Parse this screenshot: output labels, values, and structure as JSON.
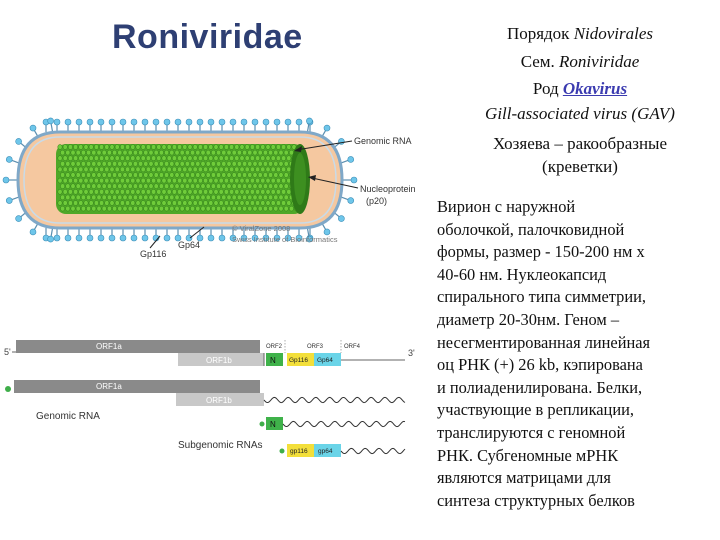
{
  "title": "Roniviridae",
  "taxonomy": {
    "order_label": "Порядок",
    "order_name": "Nidovirales",
    "family_label": "Сем.",
    "family_name": "Roniviridae",
    "genus_label": "Род",
    "genus_name": "Okavirus",
    "virus_name": "Gill-associated virus (GAV)",
    "hosts_line1": "Хозяева – ракообразные",
    "hosts_line2": "(креветки)"
  },
  "description_lines": [
    "Вирион с наружной",
    "оболочкой, палочковидной",
    "формы, размер - 150-200 нм х",
    "40-60 нм. Нуклеокапсид",
    "спирального типа симметрии,",
    "диаметр 20-30нм. Геном –",
    "несегментированная линейная",
    "оц РНК (+) 26 kb, кэпирована",
    "и полиаденилирована. Белки,",
    "участвующие в репликации,",
    "транслируются с геномной",
    "РНК. Субгеномные мРНК",
    "являются матрицами для",
    "синтеза структурных белков"
  ],
  "virion_labels": {
    "genomic_rna": "Genomic RNA",
    "nucleoprotein_line1": "Nucleoprotein",
    "nucleoprotein_line2": "(p20)",
    "gp116": "Gp116",
    "gp64": "Gp64",
    "copyright_line1": "© ViralZone 2008",
    "copyright_line2": "Swiss Institute of Bioinformatics"
  },
  "genome_map": {
    "five_prime": "5'",
    "three_prime": "3'",
    "orf1a": "ORF1a",
    "orf1b": "ORF1b",
    "orf2": "ORF2",
    "orf3": "ORF3",
    "orf4": "ORF4",
    "n": "N",
    "gp116": "Gp116",
    "gp64": "Gp64",
    "gp116_lower": "gp116",
    "gp64_lower": "gp64",
    "genomic_rna": "Genomic RNA",
    "subgenomic_rnas": "Subgenomic RNAs"
  },
  "colors": {
    "title": "#2e3f73",
    "envelope": "#f5c8a0",
    "nucleocapsid": "#5cb82e",
    "spike_head": "#6ec6ea",
    "orf_gray_dark": "#8a8a8a",
    "orf_gray_light": "#c8c8c8",
    "n_green": "#3fb24a",
    "gp116_yellow": "#f3df3a",
    "gp64_cyan": "#6ad4e8"
  }
}
